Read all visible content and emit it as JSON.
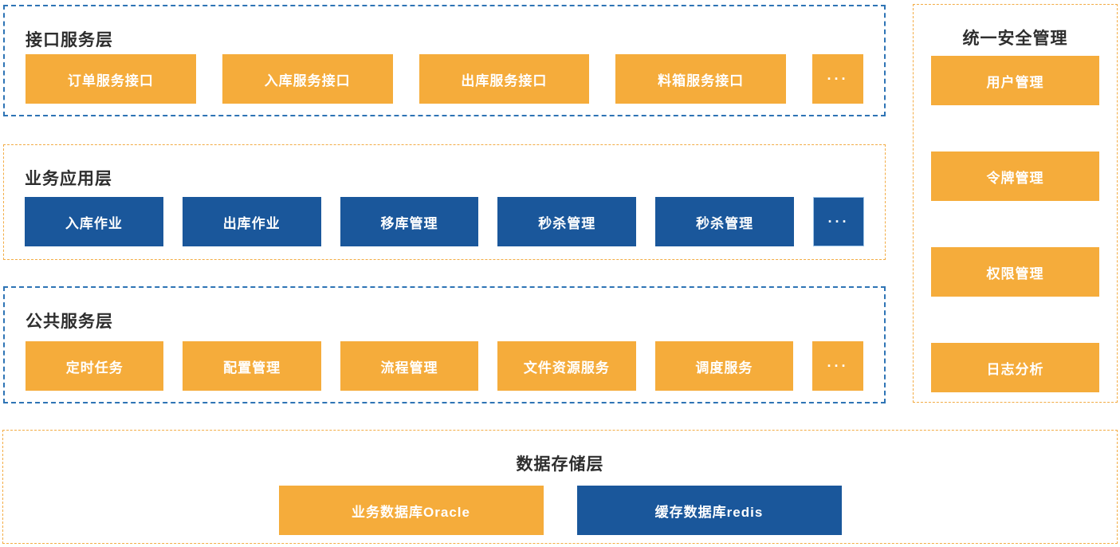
{
  "colors": {
    "orange_fill": "#F5AC3B",
    "blue_fill": "#1A579B",
    "blue_dash_border": "#2E74B5",
    "orange_dash_border": "#F3AC45",
    "title_text": "#2E2E2E",
    "box_text": "#FFFFFF"
  },
  "interface_layer": {
    "title": "接口服务层",
    "items": [
      "订单服务接口",
      "入库服务接口",
      "出库服务接口",
      "料箱服务接口"
    ],
    "more": "···"
  },
  "application_layer": {
    "title": "业务应用层",
    "items": [
      "入库作业",
      "出库作业",
      "移库管理",
      "秒杀管理",
      "秒杀管理"
    ],
    "more": "···"
  },
  "common_layer": {
    "title": "公共服务层",
    "items": [
      "定时任务",
      "配置管理",
      "流程管理",
      "文件资源服务",
      "调度服务"
    ],
    "more": "···"
  },
  "security_panel": {
    "title": "统一安全管理",
    "items": [
      "用户管理",
      "令牌管理",
      "权限管理",
      "日志分析"
    ]
  },
  "storage_layer": {
    "title": "数据存储层",
    "items": [
      "业务数据库Oracle",
      "缓存数据库redis"
    ]
  }
}
